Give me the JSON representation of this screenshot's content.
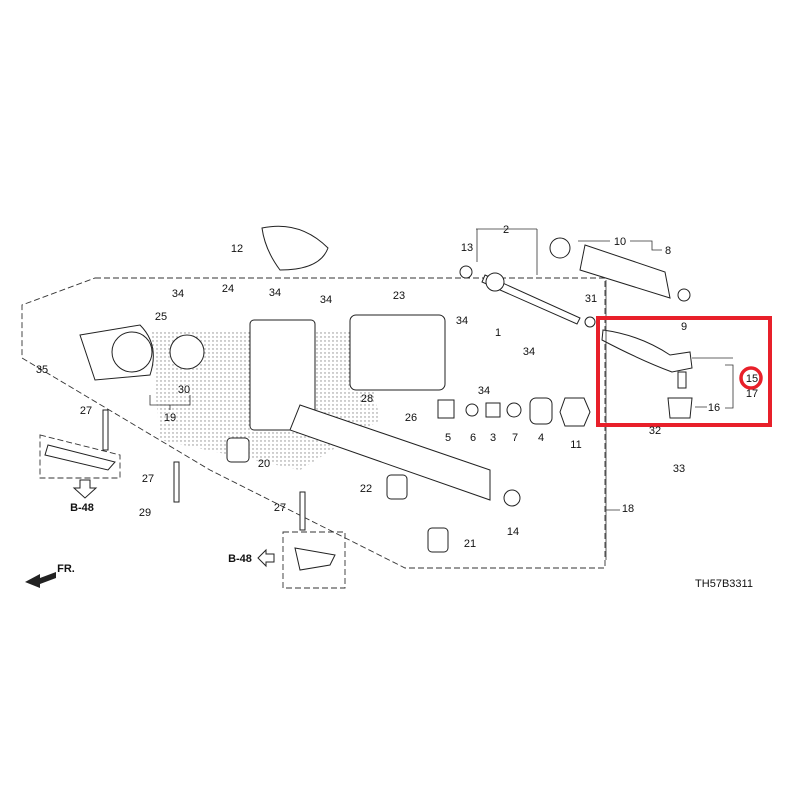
{
  "diagram": {
    "title": "Steering gear box parts diagram",
    "part_labels": [
      "12",
      "2",
      "13",
      "10",
      "8",
      "34",
      "24",
      "34",
      "25",
      "34",
      "23",
      "31",
      "9",
      "34",
      "1",
      "34",
      "35",
      "30",
      "19",
      "34",
      "28",
      "26",
      "5",
      "6",
      "3",
      "7",
      "4",
      "11",
      "15",
      "17",
      "16",
      "32",
      "33",
      "27",
      "20",
      "27",
      "22",
      "18",
      "14",
      "29",
      "27",
      "21"
    ],
    "references": [
      "B-48",
      "B-48"
    ],
    "front_marker": "FR.",
    "diagram_code": "TH57B3311",
    "highlight": {
      "part": "15",
      "color": "#e8202a"
    }
  }
}
